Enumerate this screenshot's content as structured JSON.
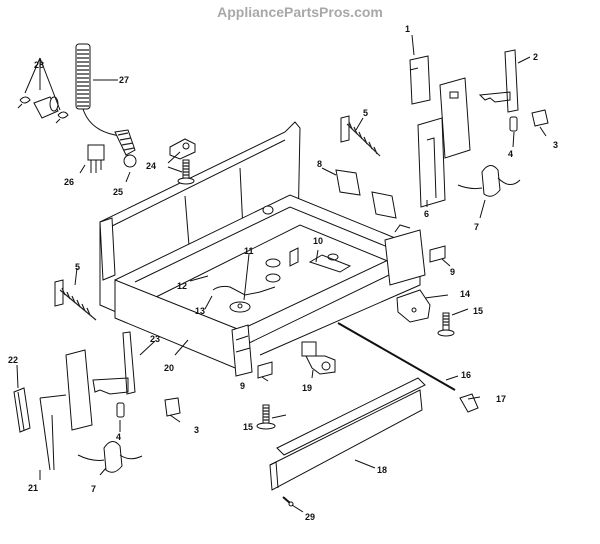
{
  "watermark": "AppliancePartsPros.com",
  "diagram": {
    "type": "exploded-parts-diagram",
    "subject": "Dishwasher base / tub support assembly",
    "callouts": [
      {
        "id": "c1",
        "number": "1"
      },
      {
        "id": "c2",
        "number": "2"
      },
      {
        "id": "c3a",
        "number": "3"
      },
      {
        "id": "c3b",
        "number": "3"
      },
      {
        "id": "c4a",
        "number": "4"
      },
      {
        "id": "c4b",
        "number": "4"
      },
      {
        "id": "c5a",
        "number": "5"
      },
      {
        "id": "c5b",
        "number": "5"
      },
      {
        "id": "c6",
        "number": "6"
      },
      {
        "id": "c7a",
        "number": "7"
      },
      {
        "id": "c7b",
        "number": "7"
      },
      {
        "id": "c8",
        "number": "8"
      },
      {
        "id": "c9a",
        "number": "9"
      },
      {
        "id": "c9b",
        "number": "9"
      },
      {
        "id": "c10",
        "number": "10"
      },
      {
        "id": "c11",
        "number": "11"
      },
      {
        "id": "c12",
        "number": "12"
      },
      {
        "id": "c13",
        "number": "13"
      },
      {
        "id": "c14",
        "number": "14"
      },
      {
        "id": "c15a",
        "number": "15"
      },
      {
        "id": "c15b",
        "number": "15"
      },
      {
        "id": "c16",
        "number": "16"
      },
      {
        "id": "c17",
        "number": "17"
      },
      {
        "id": "c18",
        "number": "18"
      },
      {
        "id": "c19",
        "number": "19"
      },
      {
        "id": "c20",
        "number": "20"
      },
      {
        "id": "c21",
        "number": "21"
      },
      {
        "id": "c22",
        "number": "22"
      },
      {
        "id": "c23",
        "number": "23"
      },
      {
        "id": "c24",
        "number": "24"
      },
      {
        "id": "c25",
        "number": "25"
      },
      {
        "id": "c26",
        "number": "26"
      },
      {
        "id": "c27",
        "number": "27"
      },
      {
        "id": "c28",
        "number": "28"
      },
      {
        "id": "c29",
        "number": "29"
      }
    ]
  }
}
